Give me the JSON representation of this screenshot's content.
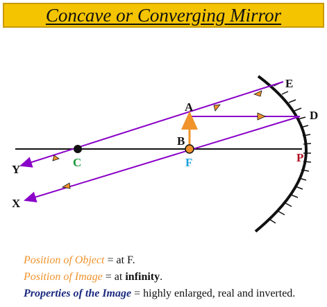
{
  "title": "Concave or Converging Mirror",
  "labels": {
    "A": "A",
    "B": "B",
    "C": "C",
    "F": "F",
    "P": "P",
    "D": "D",
    "E": "E",
    "X": "X",
    "Y": "Y"
  },
  "notes": {
    "object_key": "Position of Object",
    "object_value": "= at F.",
    "image_key": "Position of Image",
    "image_value_prefix": "= at ",
    "image_value_bold": "infinity",
    "image_value_suffix": ".",
    "props_key": "Properties of the Image",
    "props_value": "= highly enlarged, real and inverted."
  },
  "colors": {
    "title_bg": "#f5c400",
    "ray": "#8a00c8",
    "object_arrow": "#f0932b",
    "point_C": "#1a9a3a",
    "point_F": "#1aa0e0",
    "point_P": "#b01020",
    "highlight_orange": "#f0932b",
    "highlight_navy": "#1b2a80"
  }
}
